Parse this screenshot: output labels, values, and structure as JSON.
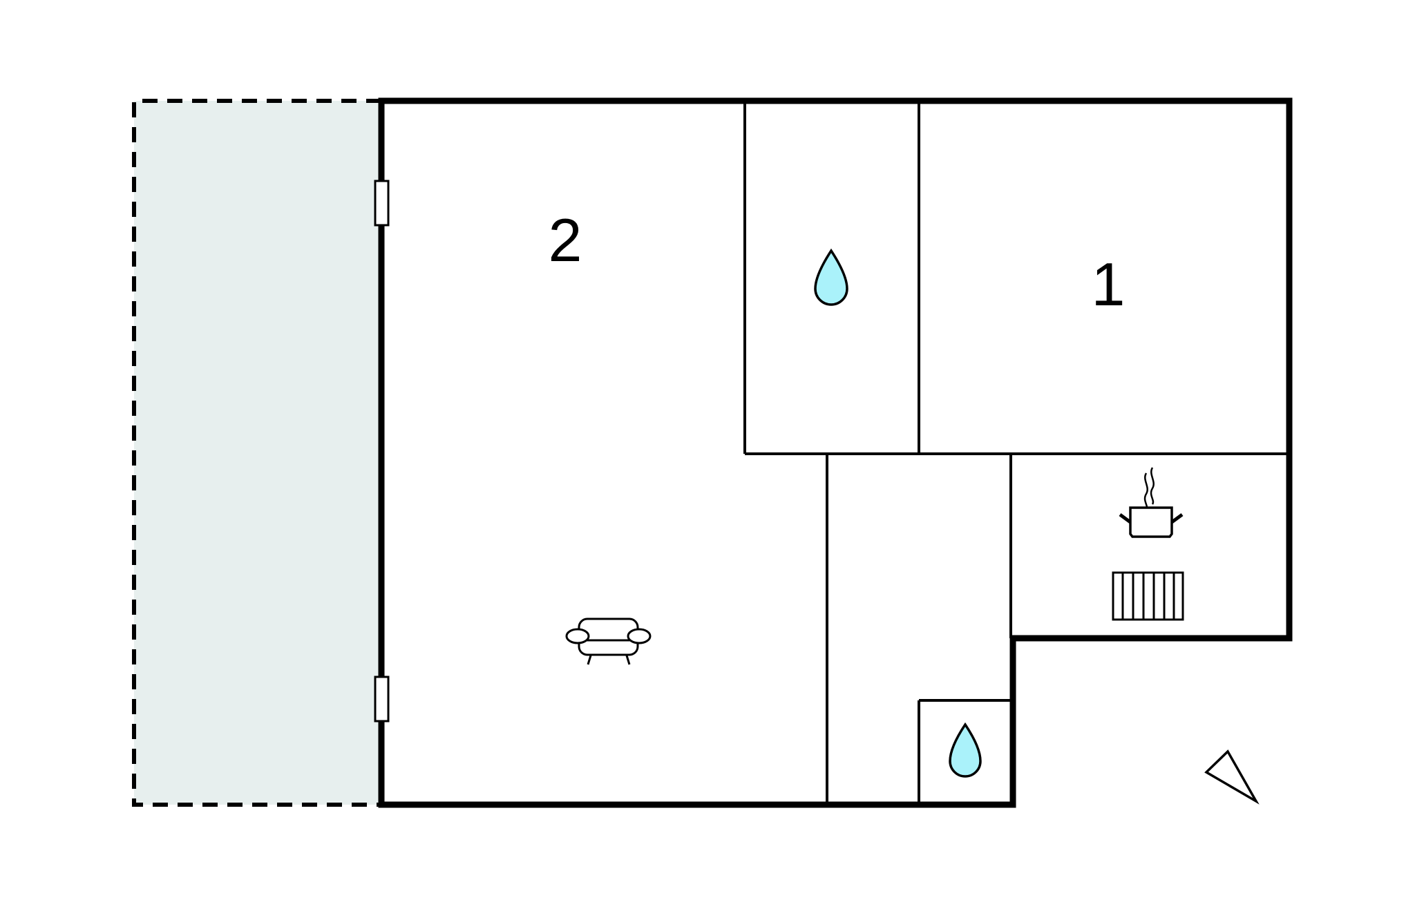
{
  "floorplan": {
    "rooms": [
      {
        "id": "room-2",
        "label": "2"
      },
      {
        "id": "room-1",
        "label": "1"
      }
    ],
    "icons": [
      {
        "name": "water-drop-icon",
        "meaning": "bathroom"
      },
      {
        "name": "water-drop-icon",
        "meaning": "wc"
      },
      {
        "name": "sofa-icon",
        "meaning": "living room"
      },
      {
        "name": "cooking-pot-icon",
        "meaning": "kitchen"
      },
      {
        "name": "stove-icon",
        "meaning": "kitchen"
      },
      {
        "name": "north-arrow-icon",
        "meaning": "orientation"
      }
    ],
    "colors": {
      "wall": "#000000",
      "terrace_fill": "#e7efee",
      "water_drop_fill": "#aaf2fa",
      "background": "#ffffff"
    }
  }
}
